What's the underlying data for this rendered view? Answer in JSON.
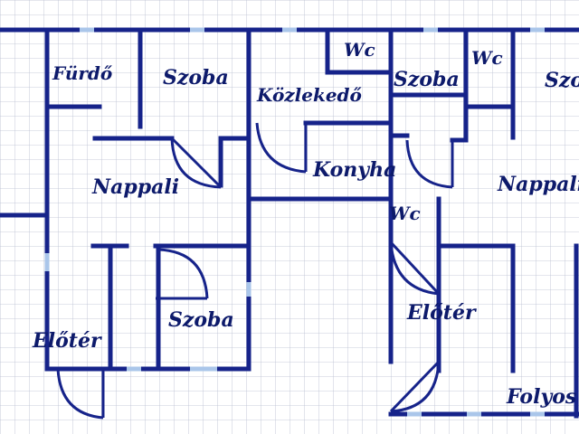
{
  "floor_plan": {
    "colors": {
      "wall": "#16238a",
      "window": "#aac6ea",
      "grid": "#b8bdd0",
      "text": "#0d1a6b"
    },
    "rooms": {
      "furdo": "Fürdő",
      "szoba_top_left": "Szoba",
      "kozlekedo": "Közlekedő",
      "wc_top": "Wc",
      "szoba_top_mid": "Szoba",
      "wc_top_right": "Wc",
      "szoba_right_cut": "Szo",
      "nappali_left": "Nappali",
      "konyha": "Konyha",
      "nappali_right": "Nappali",
      "wc_mid": "Wc",
      "eloter_right": "Előtér",
      "szoba_bottom": "Szoba",
      "eloter_left": "Előtér",
      "folyoso_cut": "Folyos"
    }
  }
}
